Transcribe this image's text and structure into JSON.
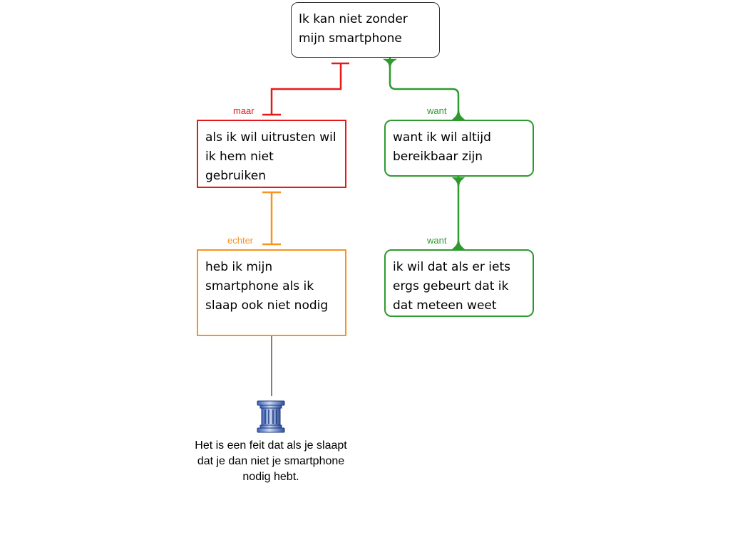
{
  "nodes": {
    "root": "Ik kan niet zonder mijn smartphone",
    "objection": "als ik wil uitrusten wil ik hem niet gebruiken",
    "rebuttal": "heb ik mijn smartphone als ik slaap ook niet nodig",
    "reason": "want ik wil altijd bereikbaar zijn",
    "sub_reason": "ik wil dat als er iets ergs gebeurt dat ik dat meteen weet"
  },
  "connectors": {
    "objection": "maar",
    "rebuttal": "echter",
    "reason": "want",
    "sub_reason": "want"
  },
  "source": {
    "icon": "pillar-icon",
    "text": "Het is een feit dat als je slaapt dat je dan niet je smartphone nodig hebt."
  },
  "colors": {
    "objection": "#e41a1a",
    "rebuttal": "#f7931e",
    "reason": "#2e9a2e",
    "root_border": "#333333"
  }
}
